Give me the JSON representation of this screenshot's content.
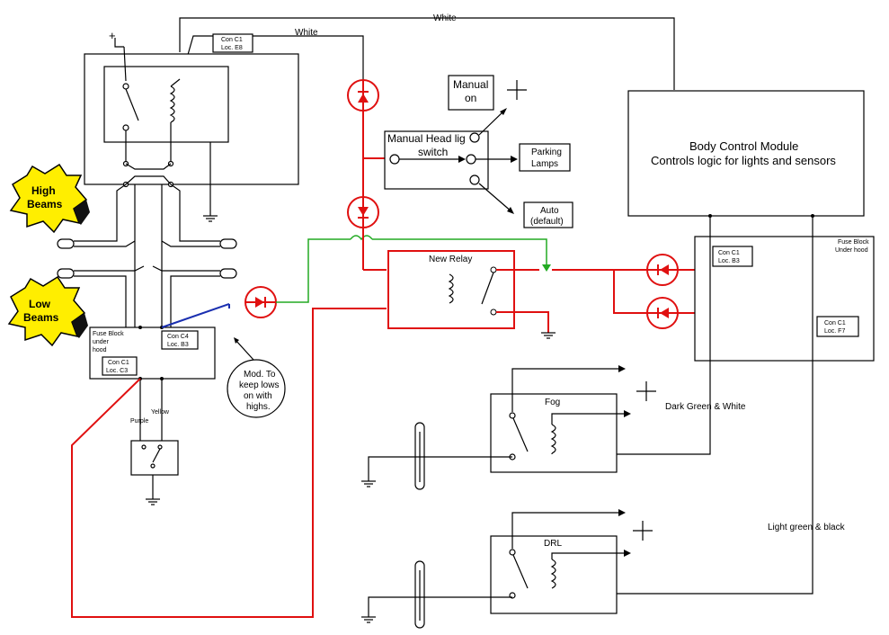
{
  "wire_labels": {
    "white_top": "White",
    "white_second": "White",
    "dark_green_white": "Dark Green & White",
    "light_green_black": "Light green & black",
    "purple": "Purple",
    "yellow": "Yellow"
  },
  "badges": {
    "high_beams": [
      "High",
      "Beams"
    ],
    "low_beams": [
      "Low",
      "Beams"
    ]
  },
  "connectors": {
    "con_c1_e8": [
      "Con C1",
      "Loc. E8"
    ],
    "con_c4_b3": [
      "Con C4",
      "Loc. B3"
    ],
    "con_c1_c3": [
      "Con C1",
      "Loc. C3"
    ],
    "con_c1_b3": [
      "Con C1",
      "Loc. B3"
    ],
    "con_c1_f7": [
      "Con C1",
      "Loc. F7"
    ]
  },
  "fuse_block_left": [
    "Fuse Block",
    "under",
    "hood"
  ],
  "fuse_block_right": [
    "Fuse Block",
    "Under hood"
  ],
  "manual_on": [
    "Manual",
    "on"
  ],
  "headlight_switch": [
    "Manual Head lig",
    "switch"
  ],
  "parking_lamps": [
    "Parking",
    "Lamps"
  ],
  "auto_default": [
    "Auto",
    "(default)"
  ],
  "bcm": [
    "Body Control Module",
    "Controls logic for lights and sensors"
  ],
  "new_relay": "New Relay",
  "fog": "Fog",
  "drl": "DRL",
  "mod_note": [
    "Mod. To",
    "keep lows",
    "on with",
    "highs."
  ],
  "colors": {
    "red_wire": "#e01010",
    "green_wire": "#22aa22",
    "blue_wire": "#1a2fb0",
    "badge_fill": "#ffee00"
  }
}
